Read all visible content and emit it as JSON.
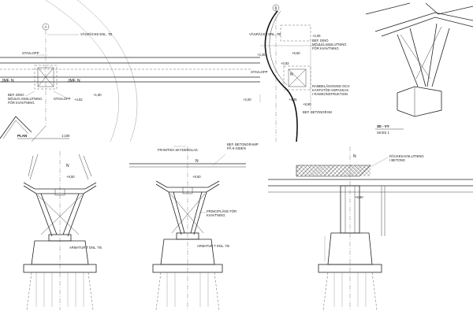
{
  "plan": {
    "label_vagracke": "VÄGRÄCKE ENL. TB",
    "label_stavlopp_1": "STAVLOPP",
    "label_jmf_n": "JMF. N",
    "label_bef_dino": "BEF. DINO",
    "label_mojlig_1": "MÖJLIG ANSLUTNING",
    "label_for_kvavtning_1": "FÖR KVAVTNING",
    "label_stavlopp_2": "STAVLOPP",
    "label_dim_1": "+4,52",
    "label_dim_2": "+1,90",
    "label_title": "PLAN",
    "label_scale": "1:100",
    "detail_tag": "A"
  },
  "section_top": {
    "label_vagracke": "VÄGRÄCKE ENL. TB",
    "label_bef_dino": "BEF. DINO",
    "label_mojlig": "MÖJLIG ANSLUTNING",
    "label_for_kvavtning": "FÖR KVAVTNING",
    "label_dim_1": "+2,05",
    "label_dim_2": "+2,35",
    "label_dim_3": "+6,50",
    "label_dim_4": "+0,82",
    "label_dim_5": "+2,00",
    "label_dim_6": "+4,35",
    "label_dim_7": "+8,90",
    "label_stavlopp": "STAVLOPP",
    "label_rambelagg_1": "RAMBELÄGGNING OCH",
    "label_rambelagg_2": "KANTSTÖD ANPASSAS",
    "label_rambelagg_3": "I RAMKONSTRUKTION",
    "label_bef_betong": "BEF. BETONGRAM",
    "label_n": "N",
    "detail_tag": "B"
  },
  "view3d": {
    "label_title": "3D - VY",
    "label_scale": "SKISS 1"
  },
  "section_left": {
    "label_armatur": "ARMATUR T ENL. TB",
    "label_dim": "+8,50",
    "label_n": "N"
  },
  "section_mid": {
    "label_framtida": "FRAMTIDA SKYDDSGLAS",
    "label_bef_beton": "BEF. BETONGRAMP",
    "label_pa_vagen": "PÅ K-SIDEN",
    "label_principlage": "PRINCIPLÄGE FÖR",
    "label_kvavtning": "KVAVTNING",
    "label_armatur": "ARMATUR T ENL. TB",
    "label_dim": "+8,50",
    "label_n": "N"
  },
  "section_right": {
    "label_rackes_1": "RÄCKESAVSLUTNING",
    "label_rackes_2": "I BETONG",
    "label_dim": "+8,50",
    "label_n": "N"
  }
}
